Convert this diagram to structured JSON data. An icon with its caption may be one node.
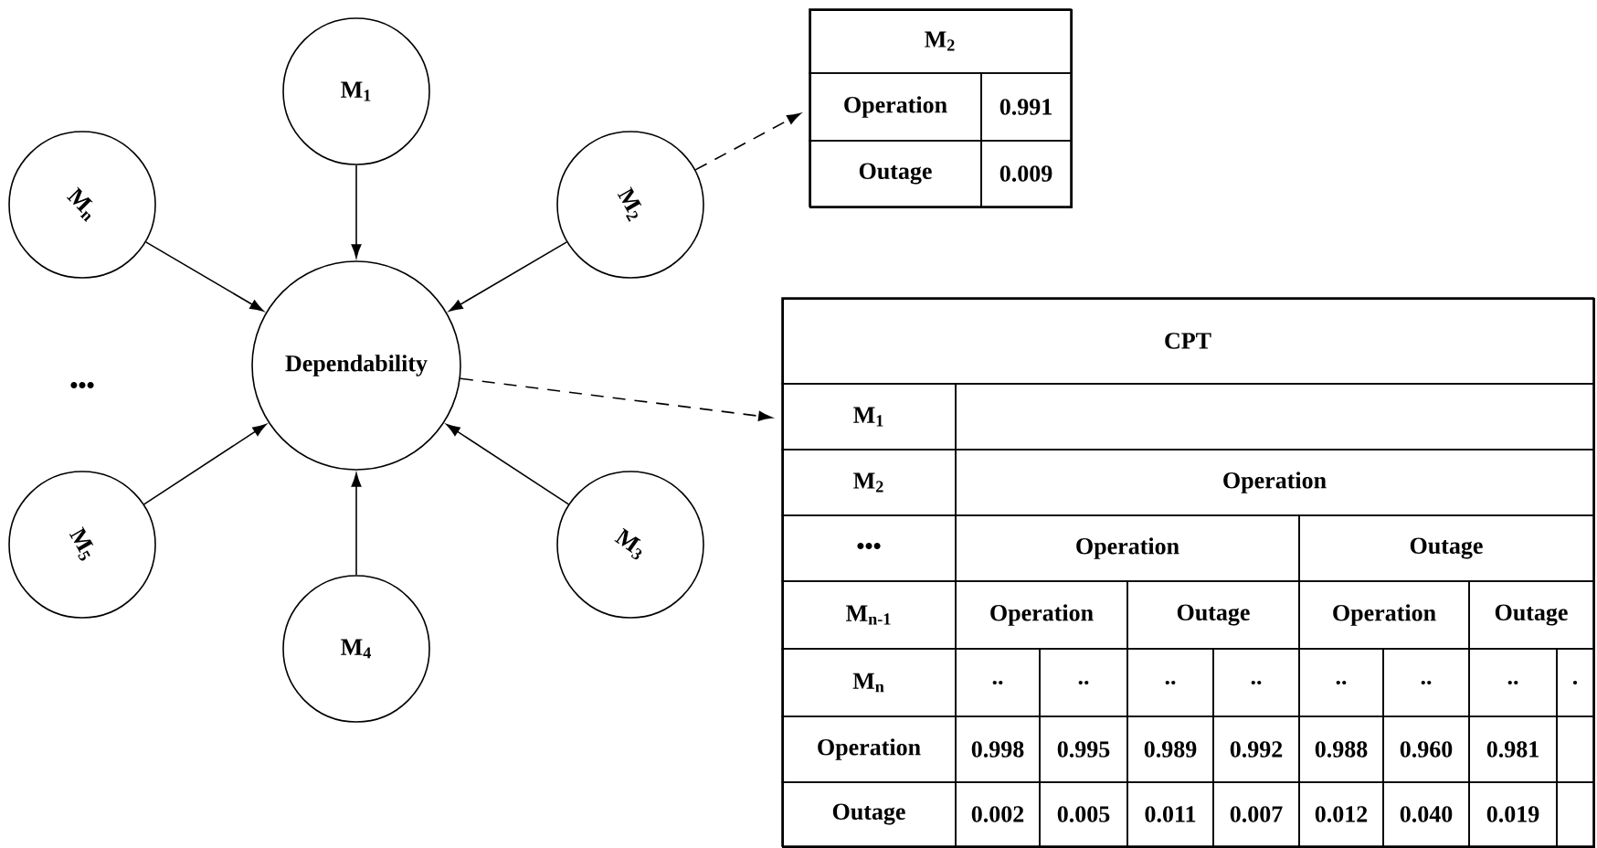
{
  "diagram": {
    "nodes": [
      {
        "text": [
          "M$_{1}$"
        ]
      },
      {
        "text": [
          "M$_{2}$"
        ]
      },
      {
        "text": [
          "M$_{3}$"
        ]
      },
      {
        "text": [
          "M$_{4}$"
        ]
      },
      {
        "text": [
          "M$_{5}$"
        ]
      },
      {
        "text": [
          "M$_{n}$"
        ]
      },
      {
        "text": [
          "Dependability"
        ]
      },
      {
        "text": [
          "M$_{2}$",
          "Operation",
          "0.991",
          "Outage",
          "0.009"
        ]
      },
      {
        "text": [
          "CPT",
          "M$_{1}$",
          "M$_{2}$",
          "Operation",
          "•••",
          "Operation",
          "Outage",
          "M$_{n-1}$",
          "Operation",
          "Outage",
          "Operation",
          "Outage",
          "M$_{n}$",
          "..",
          "..",
          "..",
          "..",
          "..",
          "..",
          "..",
          ".",
          "Operation",
          "0.998",
          "0.995",
          "0.989",
          "0.992",
          "0.988",
          "0.960",
          "0.981",
          "Outage",
          "0.002",
          "0.005",
          "0.011",
          "0.007",
          "0.012",
          "0.040",
          "0.019"
        ]
      }
    ],
    "edges": [
      {
        "from": 0,
        "to": 6,
        "arrow": "to"
      },
      {
        "from": 1,
        "to": 6,
        "arrow": "to"
      },
      {
        "from": 2,
        "to": 6,
        "arrow": "to"
      },
      {
        "from": 3,
        "to": 6,
        "arrow": "to"
      },
      {
        "from": 4,
        "to": 6,
        "arrow": "to"
      },
      {
        "from": 5,
        "to": 6,
        "arrow": "to"
      },
      {
        "from": 1,
        "to": 7,
        "arrow": "to",
        "style": "dashed"
      },
      {
        "from": 6,
        "to": 8,
        "arrow": "to",
        "style": "dashed"
      }
    ],
    "labels": [
      "•••"
    ]
  }
}
